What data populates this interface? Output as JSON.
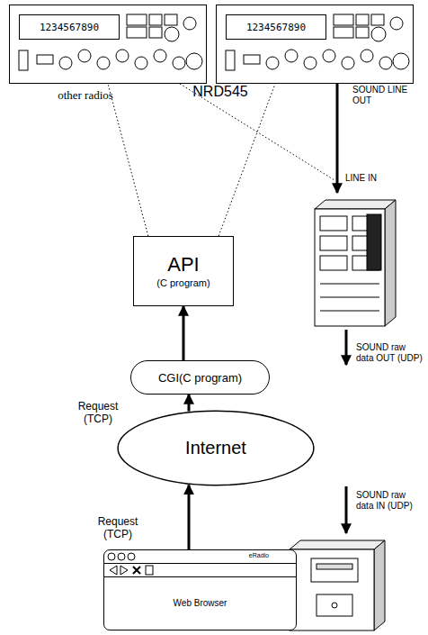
{
  "diagram": {
    "nodes": [
      {
        "text": [
          "1234567890"
        ]
      },
      {
        "text": [
          "1234567890"
        ]
      },
      {
        "text": [
          "API",
          "(C program)"
        ]
      },
      {
        "text": [
          "CGI(C program)"
        ]
      },
      {
        "text": [
          "Internet"
        ]
      },
      {
        "text": [
          "eRadio",
          "Web Browser"
        ]
      }
    ],
    "edges": [
      {
        "from": 2,
        "to": 0,
        "arrow": "none"
      },
      {
        "from": 2,
        "to": 1,
        "arrow": "none"
      },
      {
        "from": 3,
        "to": 2,
        "arrow": "to"
      },
      {
        "from": 4,
        "to": 3,
        "label": "Request (TCP)",
        "arrow": "to"
      },
      {
        "from": 5,
        "to": 4,
        "label": "Request (TCP)",
        "arrow": "to"
      }
    ],
    "labels": [
      "other radios",
      "NRD545",
      "SOUND LINE OUT",
      "LINE IN",
      "SOUND raw data OUT (UDP)",
      "SOUND raw data IN (UDP)"
    ]
  }
}
